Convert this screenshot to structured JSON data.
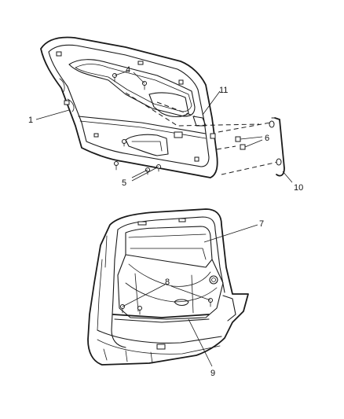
{
  "callouts": [
    {
      "id": "c1",
      "label": "1"
    },
    {
      "id": "c4",
      "label": "4"
    },
    {
      "id": "c11",
      "label": "11"
    },
    {
      "id": "c6",
      "label": "6"
    },
    {
      "id": "c5",
      "label": "5"
    },
    {
      "id": "c10",
      "label": "10"
    },
    {
      "id": "c7",
      "label": "7"
    },
    {
      "id": "c8",
      "label": "8"
    },
    {
      "id": "c9",
      "label": "9"
    }
  ]
}
